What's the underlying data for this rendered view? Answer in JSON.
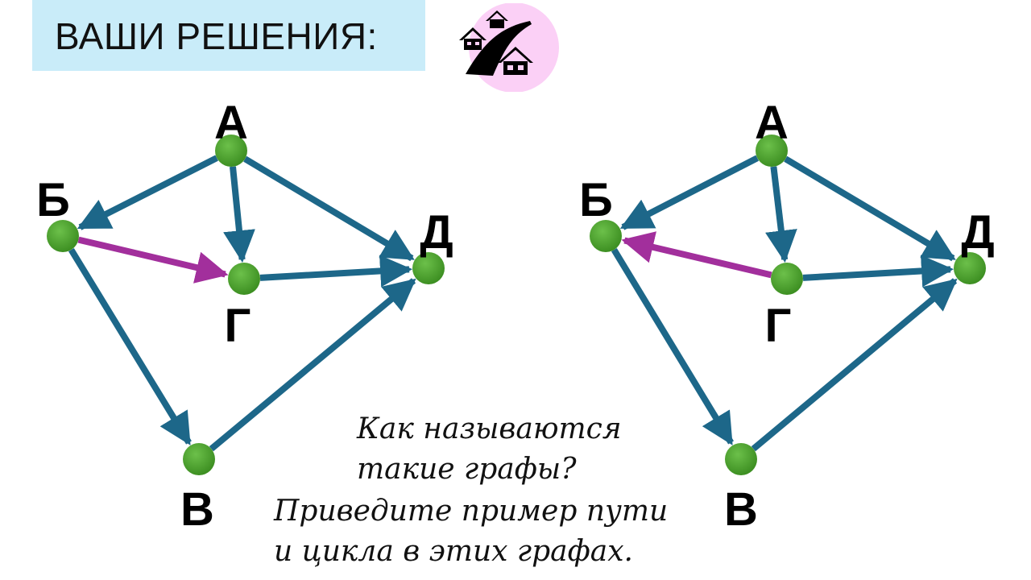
{
  "title": "ВАШИ РЕШЕНИЯ:",
  "icon": "houses-road-icon",
  "colors": {
    "edge": "#1d6789",
    "highlight": "#a22f9c",
    "node": "#4ea32f",
    "title_bg": "#c9ecf9",
    "icon_bg": "#fbd0f6"
  },
  "graphs": [
    {
      "nodes": [
        {
          "id": "A",
          "label": "А"
        },
        {
          "id": "B",
          "label": "Б"
        },
        {
          "id": "G",
          "label": "Г"
        },
        {
          "id": "D",
          "label": "Д"
        },
        {
          "id": "V",
          "label": "В"
        }
      ],
      "edges": [
        {
          "from": "A",
          "to": "B"
        },
        {
          "from": "A",
          "to": "G"
        },
        {
          "from": "A",
          "to": "D"
        },
        {
          "from": "B",
          "to": "G",
          "highlight": true
        },
        {
          "from": "G",
          "to": "D"
        },
        {
          "from": "B",
          "to": "V"
        },
        {
          "from": "V",
          "to": "D"
        }
      ]
    },
    {
      "nodes": [
        {
          "id": "A",
          "label": "А"
        },
        {
          "id": "B",
          "label": "Б"
        },
        {
          "id": "G",
          "label": "Г"
        },
        {
          "id": "D",
          "label": "Д"
        },
        {
          "id": "V",
          "label": "В"
        }
      ],
      "edges": [
        {
          "from": "A",
          "to": "B"
        },
        {
          "from": "A",
          "to": "G"
        },
        {
          "from": "A",
          "to": "D"
        },
        {
          "from": "G",
          "to": "B",
          "highlight": true
        },
        {
          "from": "G",
          "to": "D"
        },
        {
          "from": "B",
          "to": "V"
        },
        {
          "from": "V",
          "to": "D"
        }
      ]
    }
  ],
  "question": [
    "Как называются",
    "такие графы?",
    "Приведите пример пути",
    "и цикла в этих графах."
  ]
}
